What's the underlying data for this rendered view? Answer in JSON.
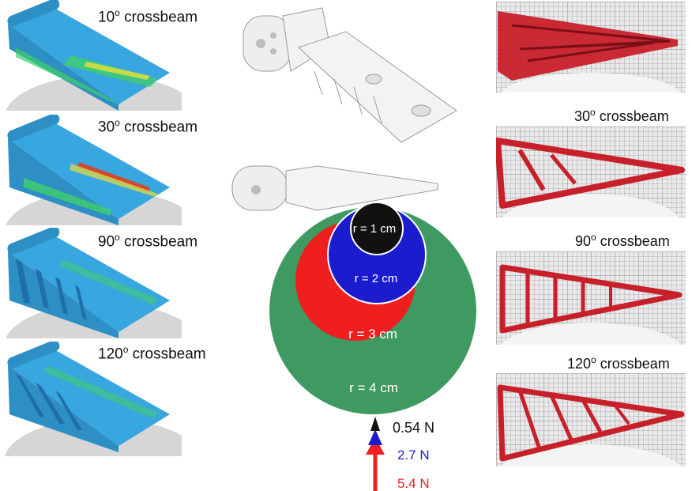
{
  "simulation_labels": [
    {
      "angle": "10",
      "suffix": "crossbeam"
    },
    {
      "angle": "30",
      "suffix": "crossbeam"
    },
    {
      "angle": "90",
      "suffix": "crossbeam"
    },
    {
      "angle": "120",
      "suffix": "crossbeam"
    }
  ],
  "photo_labels": [
    {
      "angle": "30",
      "suffix": "crossbeam"
    },
    {
      "angle": "90",
      "suffix": "crossbeam"
    },
    {
      "angle": "120",
      "suffix": "crossbeam"
    }
  ],
  "circles": [
    {
      "label": "r = 4 cm",
      "color": "#3f9a62"
    },
    {
      "label": "r = 3 cm",
      "color": "#f01f1f"
    },
    {
      "label": "r = 2 cm",
      "color": "#1c1ccf"
    },
    {
      "label": "r = 1 cm",
      "color": "#111111"
    }
  ],
  "forces": [
    {
      "label": "0.54 N",
      "color": "#111111"
    },
    {
      "label": "2.7 N",
      "color": "#1c1ccf"
    },
    {
      "label": "5.4 N",
      "color": "#f01f1f"
    }
  ],
  "colors": {
    "sim_blue": "#38a6df",
    "sim_green": "#3fcf6a",
    "sim_yellow": "#e8e03a",
    "sim_red": "#e0401f",
    "printed_red": "#c8202a",
    "backdrop_gray": "#d8d8d8"
  },
  "icons": [
    "finger-segment-cad-icon"
  ]
}
